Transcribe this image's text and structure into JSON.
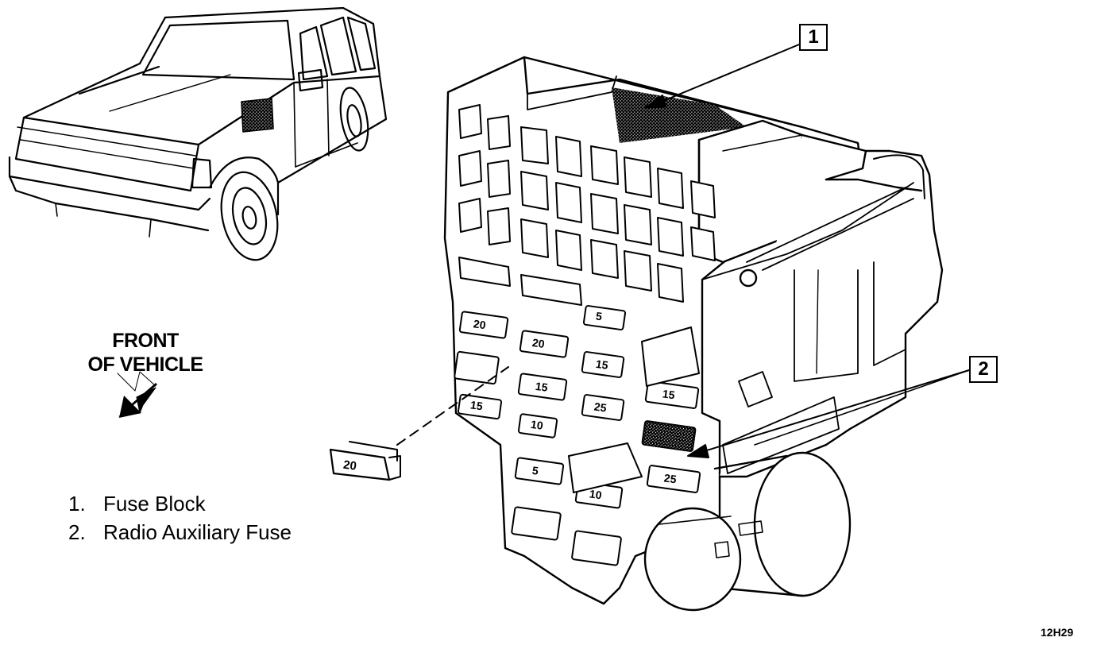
{
  "callouts": [
    {
      "number": "1"
    },
    {
      "number": "2"
    }
  ],
  "front_label": {
    "line1": "FRONT",
    "line2": "OF VEHICLE"
  },
  "legend": [
    {
      "num": "1.",
      "text": "Fuse Block"
    },
    {
      "num": "2.",
      "text": "Radio Auxiliary Fuse"
    }
  ],
  "loose_fuse": {
    "rating": "20"
  },
  "fuses": [
    {
      "rating": "20"
    },
    {
      "rating": "20"
    },
    {
      "rating": "15"
    },
    {
      "rating": "15"
    },
    {
      "rating": "10"
    },
    {
      "rating": "5"
    },
    {
      "rating": "5"
    },
    {
      "rating": "15"
    },
    {
      "rating": "25"
    },
    {
      "rating": "10"
    },
    {
      "rating": "15"
    },
    {
      "rating": "25"
    }
  ],
  "reference_code": "12H29",
  "colors": {
    "ink": "#000000",
    "paper": "#ffffff",
    "shade": "#9a9a9a"
  }
}
